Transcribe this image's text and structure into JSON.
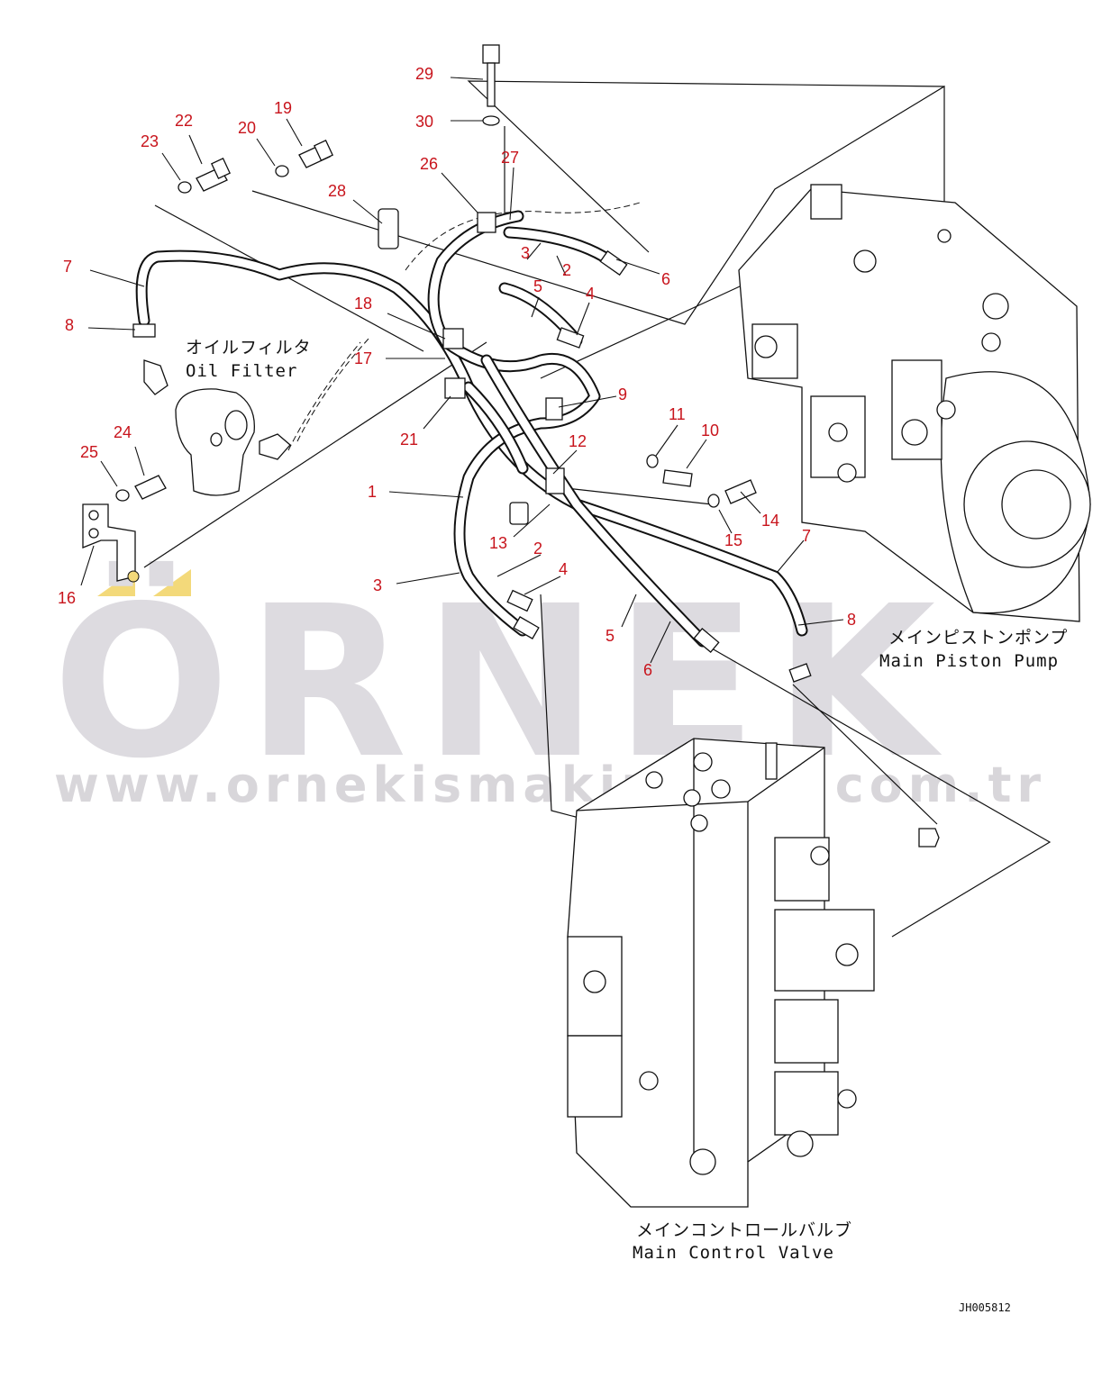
{
  "watermark": {
    "logo": "ÖRNEK",
    "url": "www.ornekismakinalari.com.tr",
    "accent_color": "#f3d97a"
  },
  "labels": {
    "oil_filter_jp": "オイルフィルタ",
    "oil_filter_en": "Oil Filter",
    "pump_jp": "メインピストンポンプ",
    "pump_en": "Main Piston Pump",
    "valve_jp": "メインコントロールバルブ",
    "valve_en": "Main Control Valve",
    "drawing_code": "JH005812"
  },
  "callouts": {
    "c29": "29",
    "c30": "30",
    "c22": "22",
    "c23": "23",
    "c20": "20",
    "c19": "19",
    "c26": "26",
    "c27": "27",
    "c28": "28",
    "c7a": "7",
    "c8a": "8",
    "c3a": "3",
    "c2a": "2",
    "c5a": "5",
    "c4a": "4",
    "c6a": "6",
    "c18": "18",
    "c17": "17",
    "c9": "9",
    "c21": "21",
    "c11": "11",
    "c10": "10",
    "c24": "24",
    "c25": "25",
    "c12": "12",
    "c1": "1",
    "c14": "14",
    "c15": "15",
    "c13": "13",
    "c7b": "7",
    "c2b": "2",
    "c4b": "4",
    "c16": "16",
    "c3b": "3",
    "c8b": "8",
    "c5b": "5",
    "c6b": "6"
  },
  "colors": {
    "callout": "#c8141c",
    "line": "#111111",
    "watermark": "#dcdadf"
  }
}
